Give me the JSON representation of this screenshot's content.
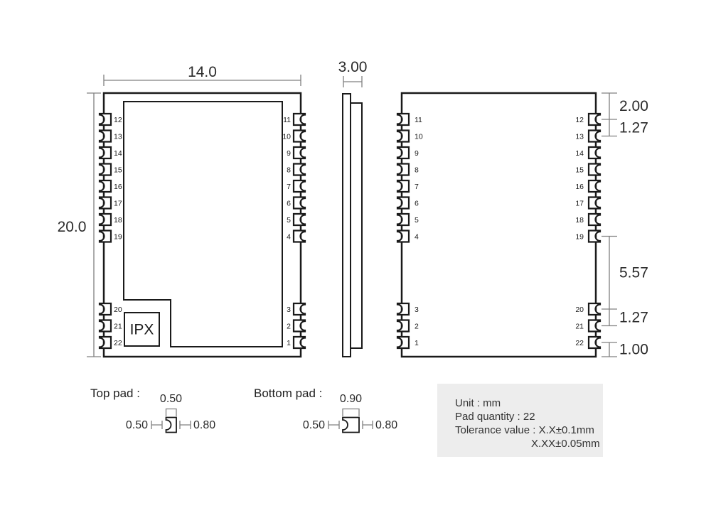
{
  "front_view": {
    "width_dim": "14.0",
    "height_dim": "20.0",
    "ipx_label": "IPX",
    "left_pins": [
      "12",
      "13",
      "14",
      "15",
      "16",
      "17",
      "18",
      "19",
      "20",
      "21",
      "22"
    ],
    "right_pins": [
      "11",
      "10",
      "9",
      "8",
      "7",
      "6",
      "5",
      "4",
      "3",
      "2",
      "1"
    ]
  },
  "side_view": {
    "width_dim": "3.00"
  },
  "back_view": {
    "left_pins": [
      "11",
      "10",
      "9",
      "8",
      "7",
      "6",
      "5",
      "4",
      "3",
      "2",
      "1"
    ],
    "right_pins": [
      "12",
      "13",
      "14",
      "15",
      "16",
      "17",
      "18",
      "19",
      "20",
      "21",
      "22"
    ],
    "right_dims": [
      "2.00",
      "1.27",
      "5.57",
      "1.27",
      "1.00"
    ]
  },
  "top_pad": {
    "label": "Top pad :",
    "width_dim": "0.50",
    "left_dim": "0.50",
    "right_dim": "0.80"
  },
  "bottom_pad": {
    "label": "Bottom pad :",
    "width_dim": "0.90",
    "left_dim": "0.50",
    "right_dim": "0.80"
  },
  "notes": {
    "unit": "Unit : mm",
    "pad_quantity": "Pad quantity : 22",
    "tolerance_line1": "Tolerance value : X.X±0.1mm",
    "tolerance_line2": "X.XX±0.05mm"
  },
  "colors": {
    "outline": "#1a1a1a",
    "dim_line": "#808080",
    "text": "#2b2b2b",
    "notes_bg": "#ededed"
  }
}
